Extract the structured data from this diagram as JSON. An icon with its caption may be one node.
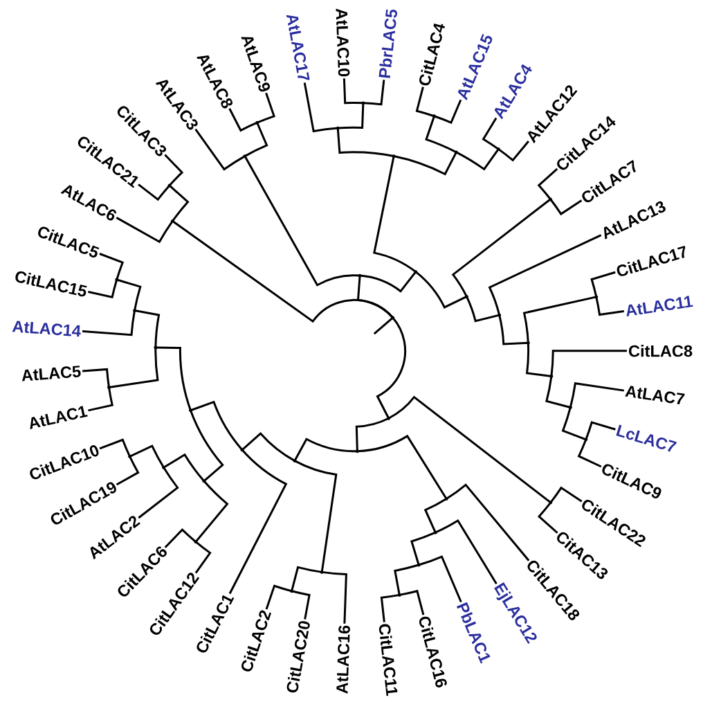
{
  "diagram": {
    "nodes": [
      {
        "text": [
          "AtLAC17"
        ]
      },
      {
        "text": [
          "AtLAC10"
        ]
      },
      {
        "text": [
          "PbrLAC5"
        ]
      },
      {
        "text": [
          "CitLAC4"
        ]
      },
      {
        "text": [
          "AtLAC15"
        ]
      },
      {
        "text": [
          "AtLAC4"
        ]
      },
      {
        "text": [
          "AtLAC12"
        ]
      },
      {
        "text": [
          "CitLAC14"
        ]
      },
      {
        "text": [
          "CitLAC7"
        ]
      },
      {
        "text": [
          "AtLAC13"
        ]
      },
      {
        "text": [
          "CitLAC17"
        ]
      },
      {
        "text": [
          "AtLAC11"
        ]
      },
      {
        "text": [
          "CitLAC8"
        ]
      },
      {
        "text": [
          "AtLAC7"
        ]
      },
      {
        "text": [
          "LcLAC7"
        ]
      },
      {
        "text": [
          "CitLAC9"
        ]
      },
      {
        "text": [
          "CitLAC22"
        ]
      },
      {
        "text": [
          "CitAC13"
        ]
      },
      {
        "text": [
          "CitLAC18"
        ]
      },
      {
        "text": [
          "EjLAC12"
        ]
      },
      {
        "text": [
          "PbLAC1"
        ]
      },
      {
        "text": [
          "CitLAC16"
        ]
      },
      {
        "text": [
          "CitLAC11"
        ]
      },
      {
        "text": [
          "AtLAC16"
        ]
      },
      {
        "text": [
          "CitLAC20"
        ]
      },
      {
        "text": [
          "CitLAC2"
        ]
      },
      {
        "text": [
          "CitLAC1"
        ]
      },
      {
        "text": [
          "CitLAC12"
        ]
      },
      {
        "text": [
          "CitLAC6"
        ]
      },
      {
        "text": [
          "AtLAC2"
        ]
      },
      {
        "text": [
          "CitLAC19"
        ]
      },
      {
        "text": [
          "CitLAC10"
        ]
      },
      {
        "text": [
          "AtLAC1"
        ]
      },
      {
        "text": [
          "AtLAC5"
        ]
      },
      {
        "text": [
          "AtLAC14"
        ]
      },
      {
        "text": [
          "CitLAC15"
        ]
      },
      {
        "text": [
          "CitLAC5"
        ]
      },
      {
        "text": [
          "AtLAC6"
        ]
      },
      {
        "text": [
          "CitLAC21"
        ]
      },
      {
        "text": [
          "CitLAC3"
        ]
      },
      {
        "text": [
          "AtLAC3"
        ]
      },
      {
        "text": [
          "AtLAC8"
        ]
      },
      {
        "text": [
          "AtLAC9"
        ]
      },
      {
        "text": [],
        "shape": "point"
      },
      {
        "text": [],
        "shape": "point"
      },
      {
        "text": [],
        "shape": "point"
      },
      {
        "text": [],
        "shape": "point"
      },
      {
        "text": [],
        "shape": "point"
      },
      {
        "text": [],
        "shape": "point"
      },
      {
        "text": [],
        "shape": "point"
      },
      {
        "text": [],
        "shape": "point"
      },
      {
        "text": [],
        "shape": "point"
      },
      {
        "text": [],
        "shape": "point"
      },
      {
        "text": [],
        "shape": "point"
      },
      {
        "text": [],
        "shape": "point"
      },
      {
        "text": [],
        "shape": "point"
      },
      {
        "text": [],
        "shape": "point"
      },
      {
        "text": [],
        "shape": "point"
      },
      {
        "text": [],
        "shape": "point"
      },
      {
        "text": [],
        "shape": "point"
      },
      {
        "text": [],
        "shape": "point"
      },
      {
        "text": [],
        "shape": "point"
      },
      {
        "text": [],
        "shape": "point"
      },
      {
        "text": [],
        "shape": "point"
      },
      {
        "text": [],
        "shape": "point"
      },
      {
        "text": [],
        "shape": "point"
      },
      {
        "text": [],
        "shape": "point"
      },
      {
        "text": [],
        "shape": "point"
      },
      {
        "text": [],
        "shape": "point"
      },
      {
        "text": [],
        "shape": "point"
      },
      {
        "text": [],
        "shape": "point"
      },
      {
        "text": [],
        "shape": "point"
      },
      {
        "text": [],
        "shape": "point"
      },
      {
        "text": [],
        "shape": "point"
      },
      {
        "text": [],
        "shape": "point"
      },
      {
        "text": [],
        "shape": "point"
      },
      {
        "text": [],
        "shape": "point"
      },
      {
        "text": [],
        "shape": "point"
      },
      {
        "text": [],
        "shape": "point"
      },
      {
        "text": [],
        "shape": "point"
      },
      {
        "text": [],
        "shape": "point"
      },
      {
        "text": [],
        "shape": "point"
      },
      {
        "text": [],
        "shape": "point"
      },
      {
        "text": [],
        "shape": "point"
      }
    ],
    "edges": [
      {
        "from": 43,
        "to": null,
        "arrow": "none"
      },
      {
        "from": 43,
        "to": 44,
        "arrow": "none"
      },
      {
        "from": 43,
        "to": 46,
        "arrow": "none"
      },
      {
        "from": 43,
        "to": 64,
        "arrow": "none"
      },
      {
        "from": 44,
        "to": 37,
        "arrow": "none"
      },
      {
        "from": 44,
        "to": 45,
        "arrow": "none"
      },
      {
        "from": 45,
        "to": 38,
        "arrow": "none"
      },
      {
        "from": 45,
        "to": 39,
        "arrow": "none"
      },
      {
        "from": 46,
        "to": 47,
        "arrow": "none"
      },
      {
        "from": 46,
        "to": 49,
        "arrow": "none"
      },
      {
        "from": 47,
        "to": 40,
        "arrow": "none"
      },
      {
        "from": 47,
        "to": 48,
        "arrow": "none"
      },
      {
        "from": 48,
        "to": 41,
        "arrow": "none"
      },
      {
        "from": 48,
        "to": 42,
        "arrow": "none"
      },
      {
        "from": 49,
        "to": 50,
        "arrow": "none"
      },
      {
        "from": 49,
        "to": 56,
        "arrow": "none"
      },
      {
        "from": 50,
        "to": 51,
        "arrow": "none"
      },
      {
        "from": 50,
        "to": 53,
        "arrow": "none"
      },
      {
        "from": 51,
        "to": 0,
        "arrow": "none"
      },
      {
        "from": 51,
        "to": 52,
        "arrow": "none"
      },
      {
        "from": 52,
        "to": 1,
        "arrow": "none"
      },
      {
        "from": 52,
        "to": 2,
        "arrow": "none"
      },
      {
        "from": 53,
        "to": 54,
        "arrow": "none"
      },
      {
        "from": 53,
        "to": 55,
        "arrow": "none"
      },
      {
        "from": 54,
        "to": 3,
        "arrow": "none"
      },
      {
        "from": 54,
        "to": 4,
        "arrow": "none"
      },
      {
        "from": 55,
        "to": 5,
        "arrow": "none"
      },
      {
        "from": 55,
        "to": 6,
        "arrow": "none"
      },
      {
        "from": 56,
        "to": 57,
        "arrow": "none"
      },
      {
        "from": 56,
        "to": 58,
        "arrow": "none"
      },
      {
        "from": 57,
        "to": 7,
        "arrow": "none"
      },
      {
        "from": 57,
        "to": 8,
        "arrow": "none"
      },
      {
        "from": 58,
        "to": 9,
        "arrow": "none"
      },
      {
        "from": 58,
        "to": 59,
        "arrow": "none"
      },
      {
        "from": 59,
        "to": 60,
        "arrow": "none"
      },
      {
        "from": 59,
        "to": 61,
        "arrow": "none"
      },
      {
        "from": 60,
        "to": 10,
        "arrow": "none"
      },
      {
        "from": 60,
        "to": 11,
        "arrow": "none"
      },
      {
        "from": 61,
        "to": 12,
        "arrow": "none"
      },
      {
        "from": 61,
        "to": 62,
        "arrow": "none"
      },
      {
        "from": 62,
        "to": 13,
        "arrow": "none"
      },
      {
        "from": 62,
        "to": 63,
        "arrow": "none"
      },
      {
        "from": 63,
        "to": 14,
        "arrow": "none"
      },
      {
        "from": 63,
        "to": 15,
        "arrow": "none"
      },
      {
        "from": 64,
        "to": 65,
        "arrow": "none"
      },
      {
        "from": 64,
        "to": 66,
        "arrow": "none"
      },
      {
        "from": 65,
        "to": 16,
        "arrow": "none"
      },
      {
        "from": 65,
        "to": 17,
        "arrow": "none"
      },
      {
        "from": 66,
        "to": 67,
        "arrow": "none"
      },
      {
        "from": 66,
        "to": 71,
        "arrow": "none"
      },
      {
        "from": 67,
        "to": 18,
        "arrow": "none"
      },
      {
        "from": 67,
        "to": 68,
        "arrow": "none"
      },
      {
        "from": 68,
        "to": 19,
        "arrow": "none"
      },
      {
        "from": 68,
        "to": 69,
        "arrow": "none"
      },
      {
        "from": 69,
        "to": 20,
        "arrow": "none"
      },
      {
        "from": 69,
        "to": 70,
        "arrow": "none"
      },
      {
        "from": 70,
        "to": 21,
        "arrow": "none"
      },
      {
        "from": 70,
        "to": 22,
        "arrow": "none"
      },
      {
        "from": 71,
        "to": 72,
        "arrow": "none"
      },
      {
        "from": 71,
        "to": 74,
        "arrow": "none"
      },
      {
        "from": 72,
        "to": 23,
        "arrow": "none"
      },
      {
        "from": 72,
        "to": 73,
        "arrow": "none"
      },
      {
        "from": 73,
        "to": 24,
        "arrow": "none"
      },
      {
        "from": 73,
        "to": 25,
        "arrow": "none"
      },
      {
        "from": 74,
        "to": 26,
        "arrow": "none"
      },
      {
        "from": 74,
        "to": 75,
        "arrow": "none"
      },
      {
        "from": 75,
        "to": 76,
        "arrow": "none"
      },
      {
        "from": 75,
        "to": 80,
        "arrow": "none"
      },
      {
        "from": 76,
        "to": 77,
        "arrow": "none"
      },
      {
        "from": 76,
        "to": 78,
        "arrow": "none"
      },
      {
        "from": 77,
        "to": 27,
        "arrow": "none"
      },
      {
        "from": 77,
        "to": 28,
        "arrow": "none"
      },
      {
        "from": 78,
        "to": 29,
        "arrow": "none"
      },
      {
        "from": 78,
        "to": 79,
        "arrow": "none"
      },
      {
        "from": 79,
        "to": 30,
        "arrow": "none"
      },
      {
        "from": 79,
        "to": 31,
        "arrow": "none"
      },
      {
        "from": 80,
        "to": 81,
        "arrow": "none"
      },
      {
        "from": 80,
        "to": 82,
        "arrow": "none"
      },
      {
        "from": 81,
        "to": 32,
        "arrow": "none"
      },
      {
        "from": 81,
        "to": 33,
        "arrow": "none"
      },
      {
        "from": 82,
        "to": 34,
        "arrow": "none"
      },
      {
        "from": 82,
        "to": 83,
        "arrow": "none"
      },
      {
        "from": 83,
        "to": 35,
        "arrow": "none"
      },
      {
        "from": 83,
        "to": 36,
        "arrow": "none"
      }
    ]
  }
}
